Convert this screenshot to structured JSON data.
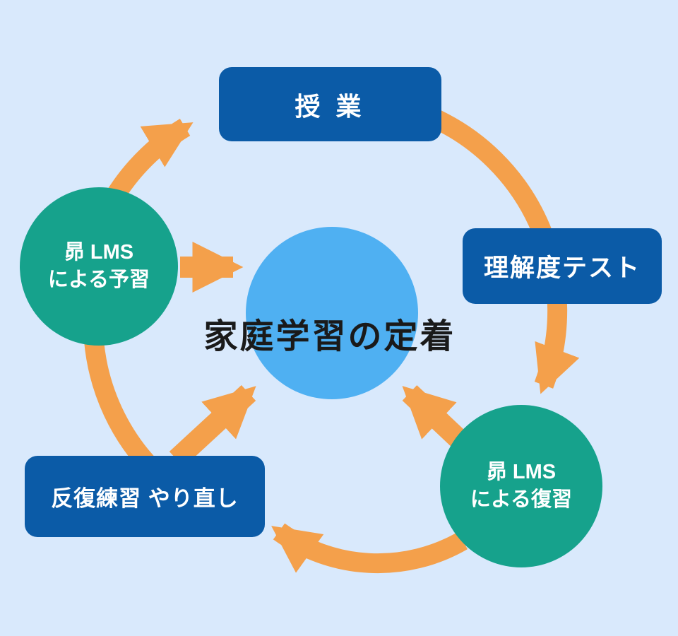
{
  "diagram": {
    "center": {
      "title": "家庭学習の定着"
    },
    "nodes": {
      "class": {
        "label": "授 業"
      },
      "test": {
        "label": "理解度テスト"
      },
      "review": {
        "line1": "昴 LMS",
        "line2": "による復習"
      },
      "practice": {
        "label": "反復練習 やり直し"
      },
      "prep": {
        "line1": "昴 LMS",
        "line2": "による予習"
      }
    },
    "arrows": [
      "prep-to-class",
      "class-to-test-to-review",
      "review-to-practice",
      "practice-to-prep",
      "prep-to-center",
      "practice-to-center",
      "review-to-center"
    ],
    "colors": {
      "background": "#d9e9fc",
      "node_blue": "#0b5ba7",
      "node_teal": "#16a28c",
      "center_blue": "#4fb0f2",
      "arrow_orange": "#f4a04b",
      "text_light": "#ffffff",
      "text_dark": "#1a1a1a"
    }
  }
}
